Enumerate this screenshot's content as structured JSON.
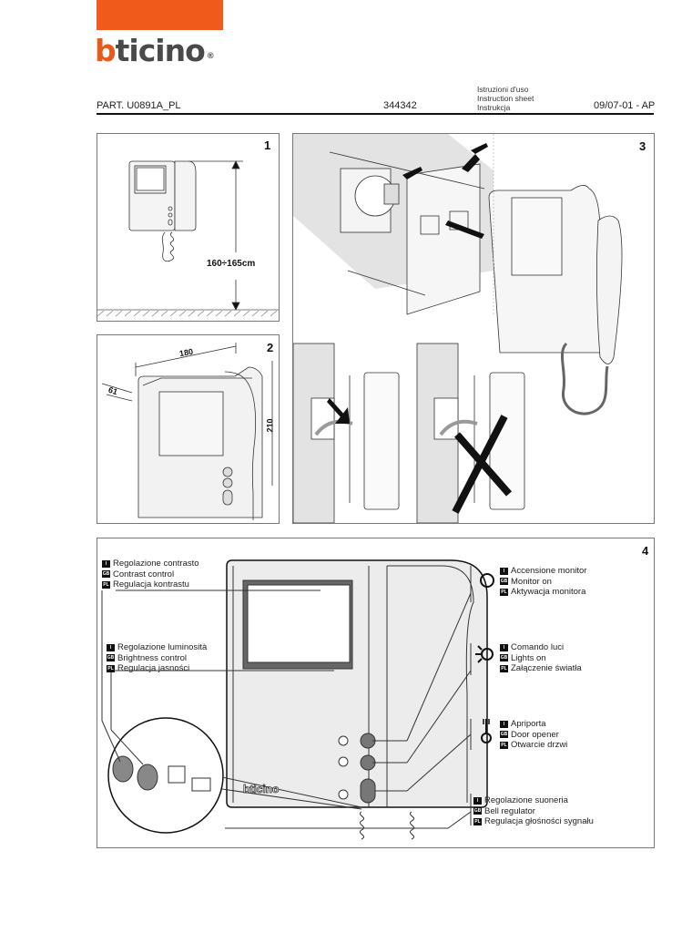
{
  "brand": {
    "logo_b": "b",
    "logo_rest": "ticino",
    "registered": "®",
    "accent_color": "#f05a1a"
  },
  "header": {
    "part": "PART. U0891A_PL",
    "code": "344342",
    "sheet_titles": [
      "Istruzioni d'uso",
      "Instruction sheet",
      "Instrukcja"
    ],
    "date": "09/07-01 - AP"
  },
  "panels": {
    "p1": {
      "number": "1",
      "height_label": "160÷165cm"
    },
    "p2": {
      "number": "2",
      "width_label": "180",
      "depth_label": "61",
      "height_label": "210"
    },
    "p3": {
      "number": "3"
    },
    "p4": {
      "number": "4"
    }
  },
  "languages": {
    "it": "I",
    "gb": "GB",
    "pl": "PL"
  },
  "callouts": [
    {
      "id": "contrast",
      "it": "Regolazione contrasto",
      "gb": "Contrast control",
      "pl": "Regulacja kontrastu",
      "icon": "none"
    },
    {
      "id": "brightness",
      "it": "Regolazione luminosità",
      "gb": "Brightness control",
      "pl": "Regulacja jasności",
      "icon": "none"
    },
    {
      "id": "monitor",
      "it": "Accensione monitor",
      "gb": "Monitor on",
      "pl": "Aktywacja monitora",
      "icon": "circle-icon"
    },
    {
      "id": "lights",
      "it": "Comando luci",
      "gb": "Lights on",
      "pl": "Załączenie światła",
      "icon": "light-icon"
    },
    {
      "id": "door",
      "it": "Apriporta",
      "gb": "Door opener",
      "pl": "Otwarcie drzwi",
      "icon": "key-icon"
    },
    {
      "id": "bell",
      "it": "Regolazione suoneria",
      "gb": "Bell regulator",
      "pl": "Regulacja głośności sygnału",
      "icon": "none"
    }
  ],
  "device_logo": "bticino"
}
